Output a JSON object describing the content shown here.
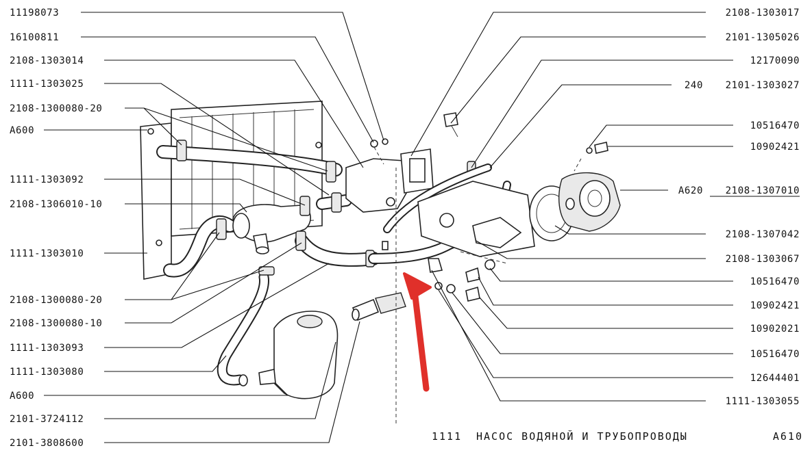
{
  "left_labels": [
    "11198073",
    "16100811",
    "2108-1303014",
    "1111-1303025",
    "2108-1300080-20",
    "A600",
    "1111-1303092",
    "2108-1306010-10",
    "1111-1303010",
    "2108-1300080-20",
    "2108-1300080-10",
    "1111-1303093",
    "1111-1303080",
    "A600",
    "2101-3724112",
    "2101-3808600"
  ],
  "right_labels": [
    "2108-1303017",
    "2101-1305026",
    "12170090",
    "240",
    "2101-1303027",
    "10516470",
    "10902421",
    "A620",
    "2108-1307010",
    "2108-1307042",
    "2108-1303067",
    "10516470",
    "10902421",
    "10902021",
    "10516470",
    "12644401",
    "1111-1303055"
  ],
  "footer": {
    "code": "1111",
    "title": "НАСОС ВОДЯНОЙ И ТРУБОПРОВОДЫ",
    "page": "A610"
  },
  "colors": {
    "ink": "#111111",
    "arrow": "#e0302a",
    "background": "#ffffff"
  }
}
